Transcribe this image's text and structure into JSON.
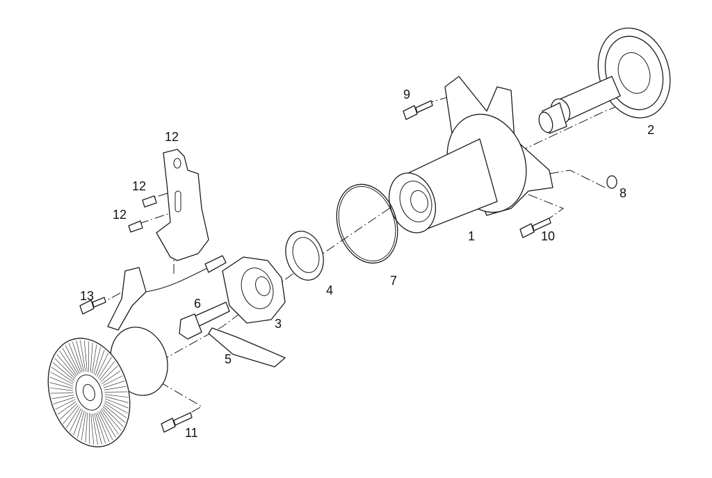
{
  "diagram": {
    "callouts": [
      {
        "id": "c1",
        "text": "1"
      },
      {
        "id": "c2",
        "text": "2"
      },
      {
        "id": "c3",
        "text": "3"
      },
      {
        "id": "c4",
        "text": "4"
      },
      {
        "id": "c5",
        "text": "5"
      },
      {
        "id": "c6",
        "text": "6"
      },
      {
        "id": "c7",
        "text": "7"
      },
      {
        "id": "c8",
        "text": "8"
      },
      {
        "id": "c9",
        "text": "9"
      },
      {
        "id": "c10",
        "text": "10"
      },
      {
        "id": "c11",
        "text": "11"
      },
      {
        "id": "c12a",
        "text": "12"
      },
      {
        "id": "c12b",
        "text": "12"
      },
      {
        "id": "c12c",
        "text": "12"
      },
      {
        "id": "c13",
        "text": "13"
      }
    ]
  }
}
